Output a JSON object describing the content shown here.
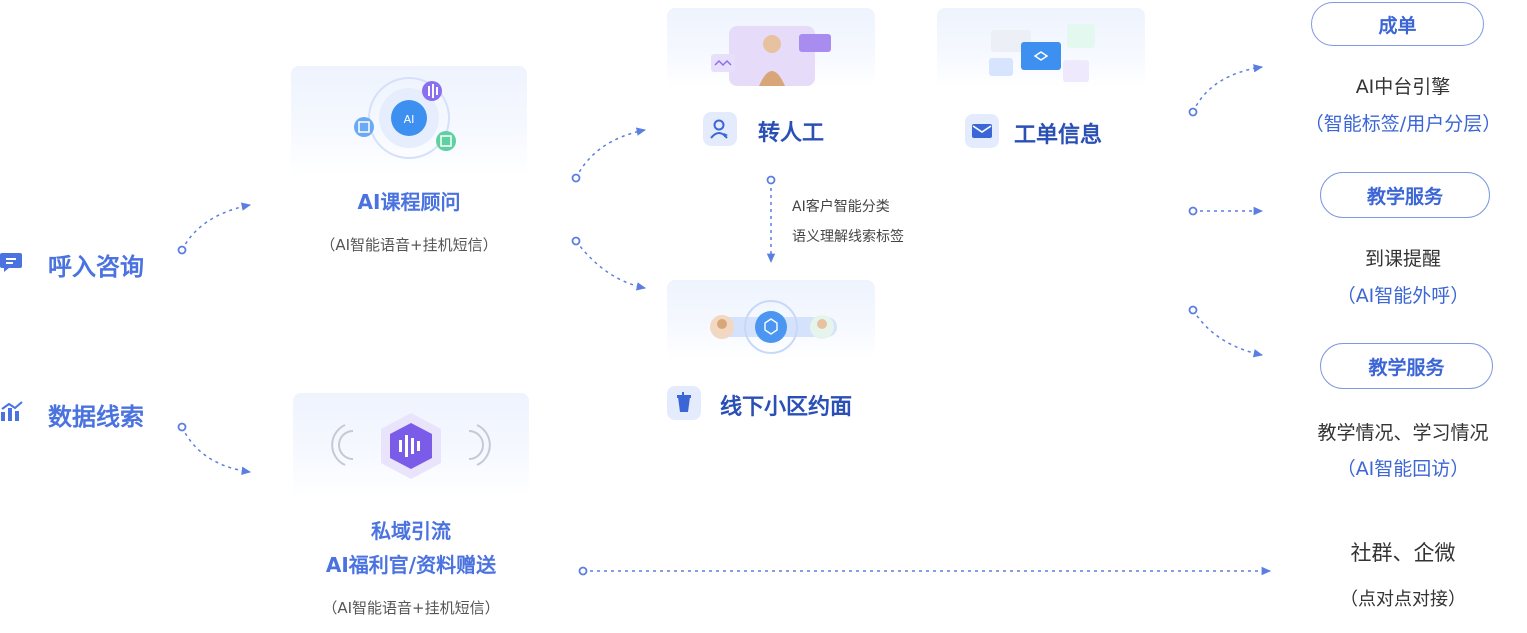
{
  "colors": {
    "accent": "#4b73e0",
    "accent_dark": "#2a4fb5",
    "text": "#333333",
    "muted": "#555555"
  },
  "sources": [
    {
      "label": "呼入咨询",
      "icon": "chat-icon"
    },
    {
      "label": "数据线索",
      "icon": "bar-chart-icon"
    }
  ],
  "ai_course": {
    "title": "AI课程顾问",
    "subtitle": "（AI智能语音+挂机短信）",
    "badge": "AI"
  },
  "private_domain": {
    "title_line1": "私域引流",
    "title_line2": "AI福利官/资料赠送",
    "subtitle": "（AI智能语音+挂机短信）"
  },
  "channels": {
    "human": {
      "label": "转人工",
      "icon": "person-transfer-icon"
    },
    "ticket": {
      "label": "工单信息",
      "icon": "mail-icon"
    },
    "offline": {
      "label": "线下小区约面",
      "icon": "cup-icon"
    }
  },
  "classify": {
    "line1": "AI客户智能分类",
    "line2": "语义理解线索标签"
  },
  "outcomes": [
    {
      "pill": "成单",
      "line1": "AI中台引擎",
      "line2": "（智能标签/用户分层）"
    },
    {
      "pill": "教学服务",
      "line1": "到课提醒",
      "line2": "（AI智能外呼）"
    },
    {
      "pill": "教学服务",
      "line1": "教学情况、学习情况",
      "line2": "（AI智能回访）"
    }
  ],
  "social": {
    "line1": "社群、企微",
    "line2": "（点对点对接）"
  }
}
